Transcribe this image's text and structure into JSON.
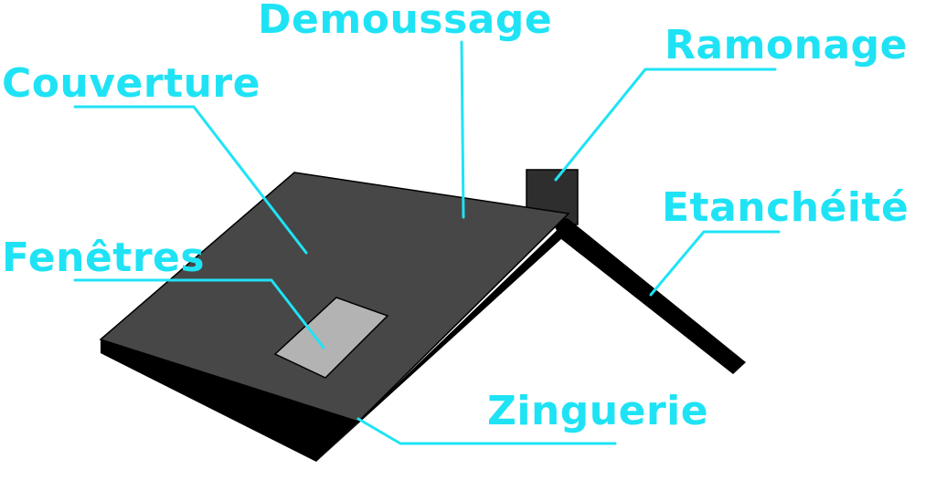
{
  "colors": {
    "label": "#1fe3f5",
    "roof_face": "#474747",
    "roof_edge": "#000000",
    "skylight": "#b3b3b3",
    "chimney": "#2e2e2e"
  },
  "labels": {
    "demoussage": "Demoussage",
    "ramonage": "Ramonage",
    "couverture": "Couverture",
    "etancheite": "Etanchéité",
    "fenetres": "Fenêtres",
    "zinguerie": "Zinguerie"
  }
}
